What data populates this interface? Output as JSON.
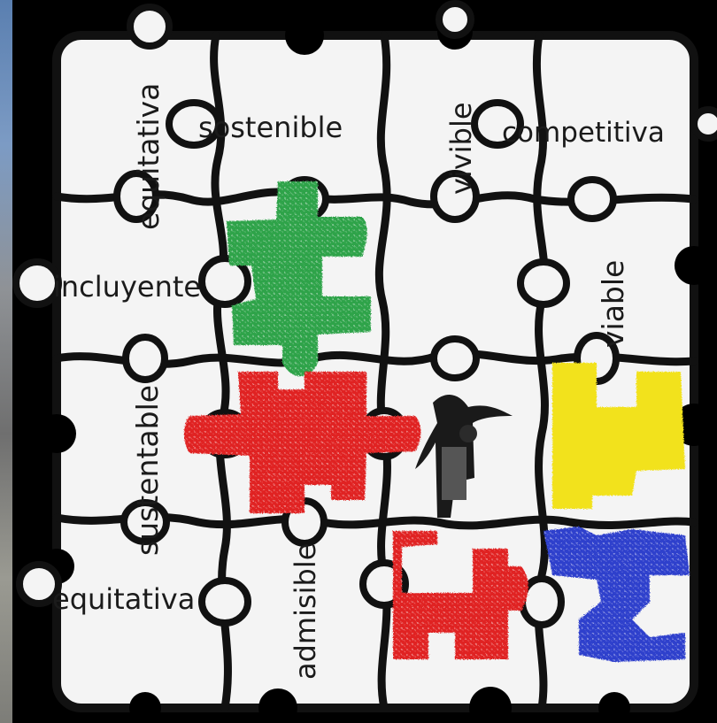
{
  "words": {
    "w1": "equitativa",
    "w2": "sostenible",
    "w3": "vivible",
    "w4": "competitiva",
    "w5": "incluyente",
    "w6": "viable",
    "w7": "sustentable",
    "w8": "equitativa",
    "w9": "admisible"
  },
  "colors": {
    "background": "#000000",
    "piece": "#f4f4f4",
    "outline": "#111111",
    "green": "#2fa34a",
    "red": "#e02222",
    "yellow": "#f2e21c",
    "blue": "#2f3fcc"
  },
  "icons": {
    "figure": "dark-angel-figure-icon"
  }
}
